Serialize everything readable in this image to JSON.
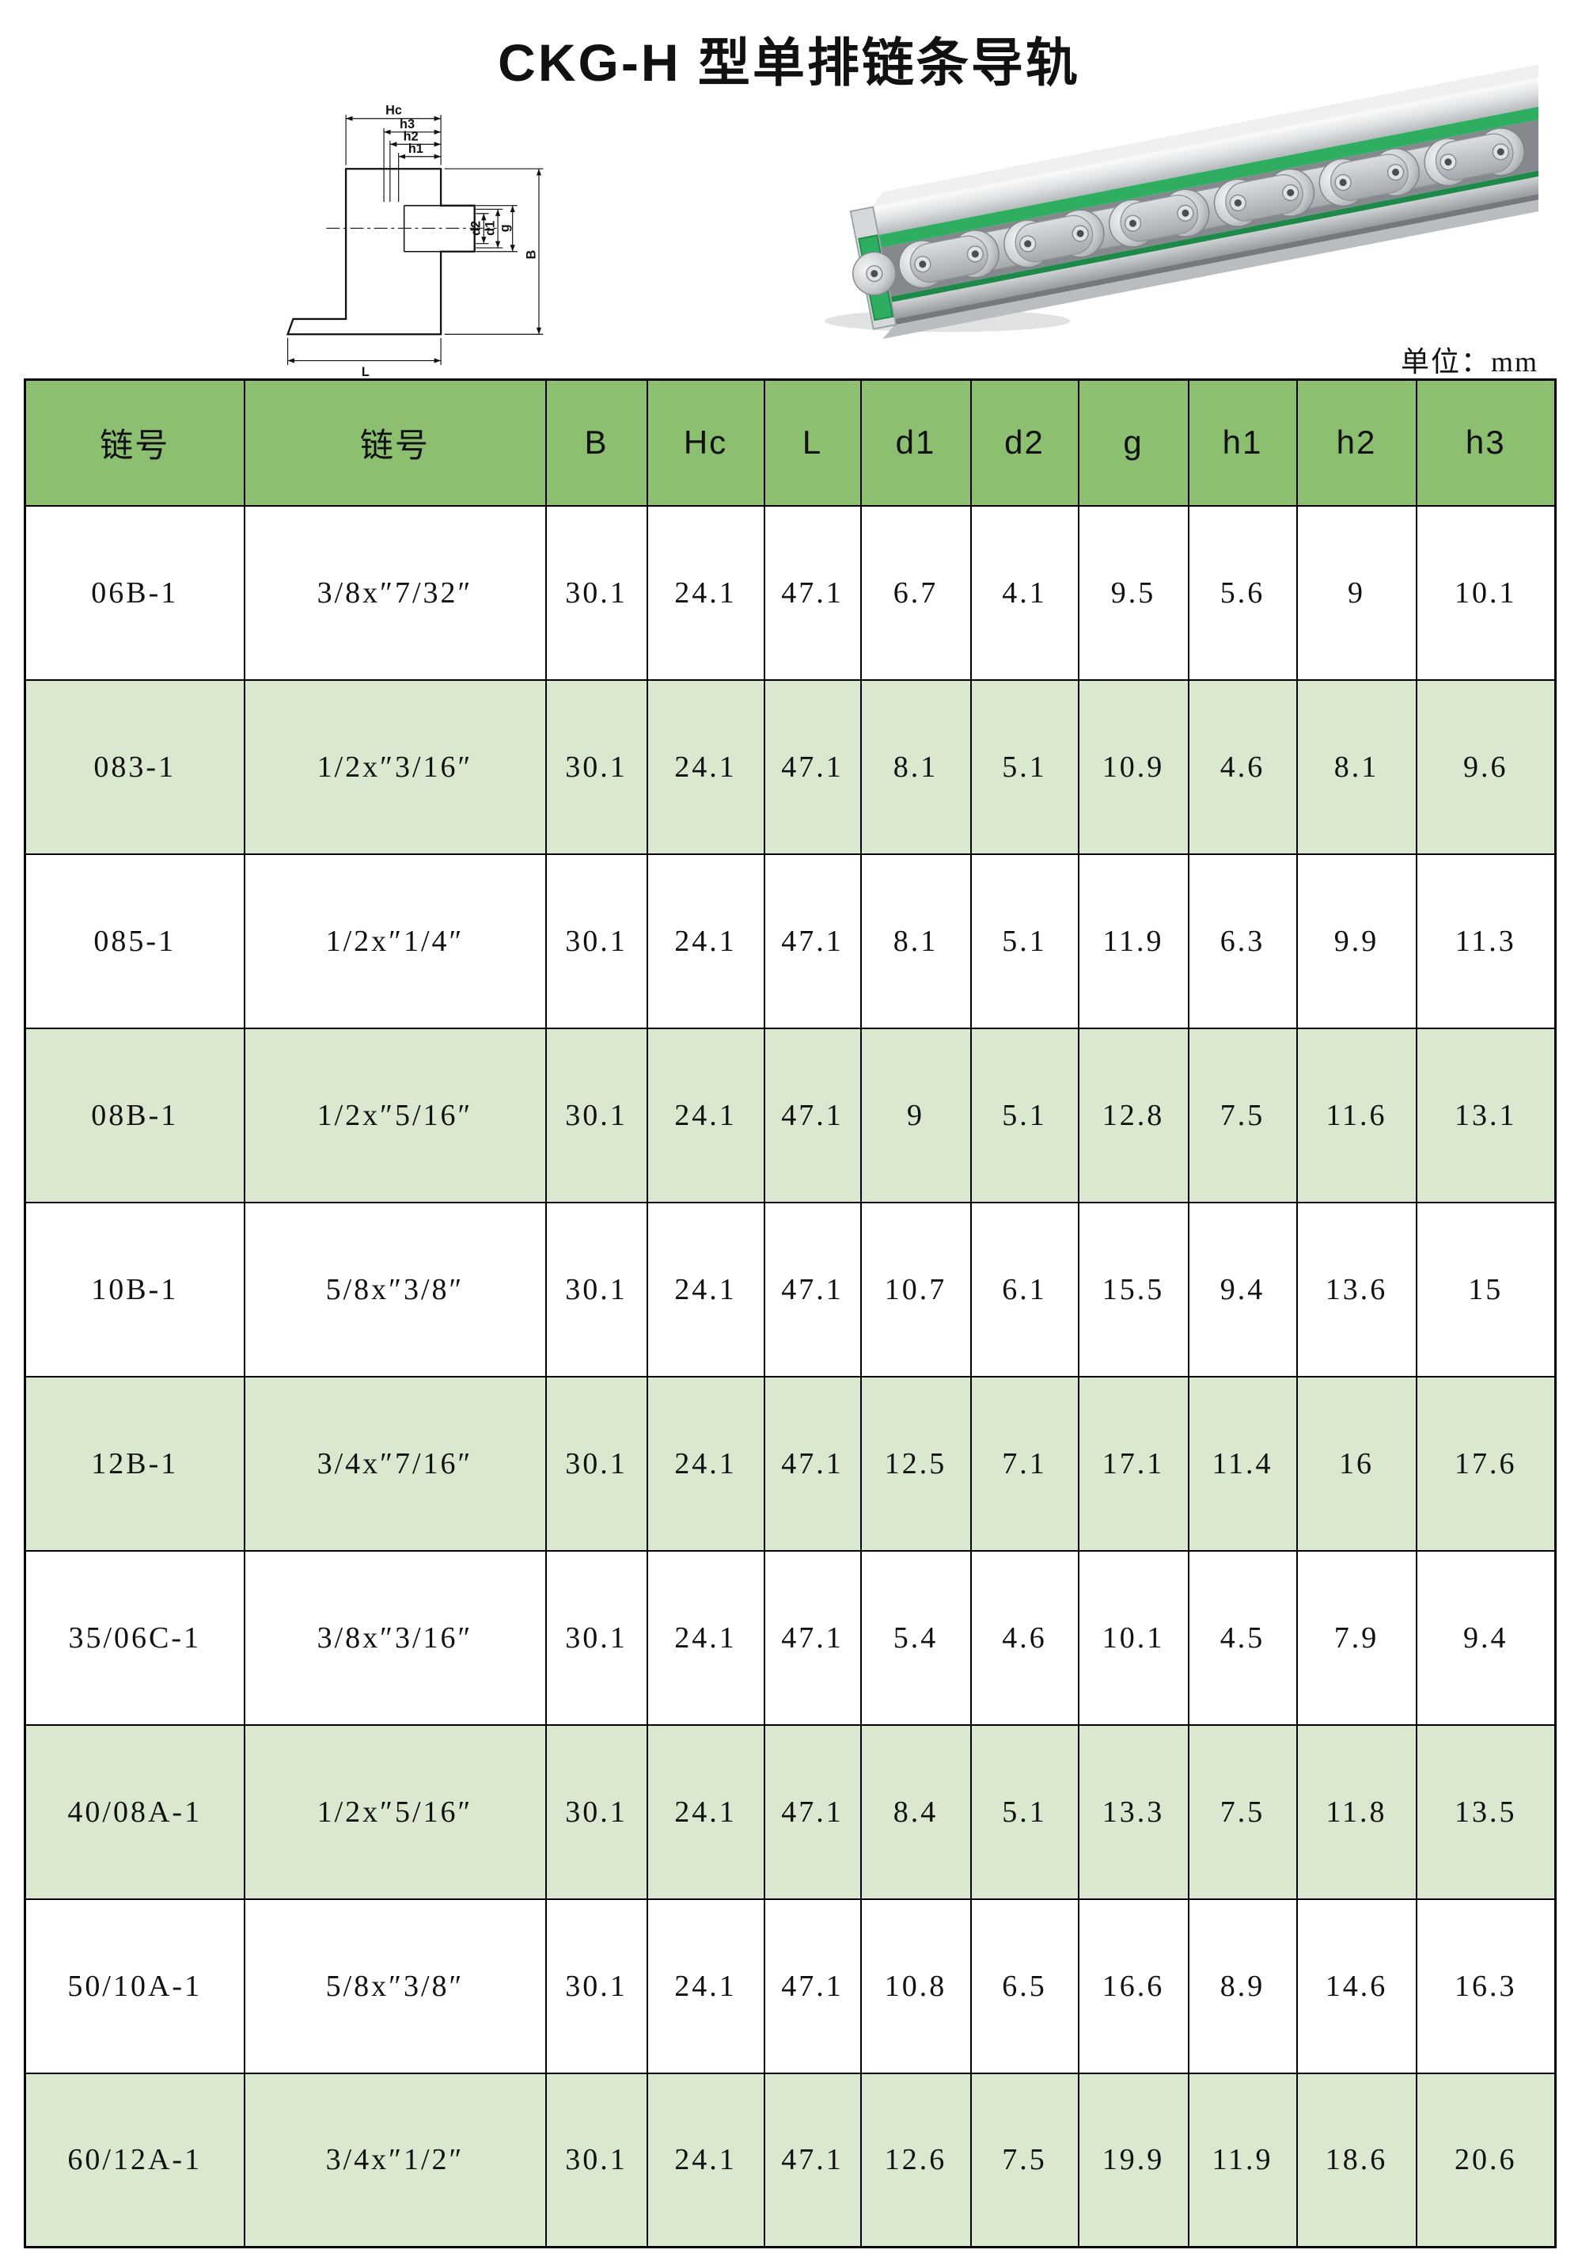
{
  "page": {
    "title": "CKG-H 型单排链条导轨",
    "unit_label": "单位：mm"
  },
  "diagram": {
    "labels": {
      "hc": "Hc",
      "h3": "h3",
      "h2": "h2",
      "h1": "h1",
      "d2": "d2",
      "d1": "d1",
      "g": "g",
      "b": "B",
      "l": "L"
    }
  },
  "photo": {
    "colors": {
      "insert_green": "#2fae62",
      "insert_green_dark": "#1d8a4a",
      "aluminum_light": "#e8eaec",
      "aluminum_mid": "#b9bdc1",
      "chain_steel": "#c9cdd0"
    }
  },
  "table": {
    "headers": [
      "链号",
      "链号",
      "B",
      "Hc",
      "L",
      "d1",
      "d2",
      "g",
      "h1",
      "h2",
      "h3"
    ],
    "rows": [
      [
        "06B-1",
        "3/8x″7/32″",
        "30.1",
        "24.1",
        "47.1",
        "6.7",
        "4.1",
        "9.5",
        "5.6",
        "9",
        "10.1"
      ],
      [
        "083-1",
        "1/2x″3/16″",
        "30.1",
        "24.1",
        "47.1",
        "8.1",
        "5.1",
        "10.9",
        "4.6",
        "8.1",
        "9.6"
      ],
      [
        "085-1",
        "1/2x″1/4″",
        "30.1",
        "24.1",
        "47.1",
        "8.1",
        "5.1",
        "11.9",
        "6.3",
        "9.9",
        "11.3"
      ],
      [
        "08B-1",
        "1/2x″5/16″",
        "30.1",
        "24.1",
        "47.1",
        "9",
        "5.1",
        "12.8",
        "7.5",
        "11.6",
        "13.1"
      ],
      [
        "10B-1",
        "5/8x″3/8″",
        "30.1",
        "24.1",
        "47.1",
        "10.7",
        "6.1",
        "15.5",
        "9.4",
        "13.6",
        "15"
      ],
      [
        "12B-1",
        "3/4x″7/16″",
        "30.1",
        "24.1",
        "47.1",
        "12.5",
        "7.1",
        "17.1",
        "11.4",
        "16",
        "17.6"
      ],
      [
        "35/06C-1",
        "3/8x″3/16″",
        "30.1",
        "24.1",
        "47.1",
        "5.4",
        "4.6",
        "10.1",
        "4.5",
        "7.9",
        "9.4"
      ],
      [
        "40/08A-1",
        "1/2x″5/16″",
        "30.1",
        "24.1",
        "47.1",
        "8.4",
        "5.1",
        "13.3",
        "7.5",
        "11.8",
        "13.5"
      ],
      [
        "50/10A-1",
        "5/8x″3/8″",
        "30.1",
        "24.1",
        "47.1",
        "10.8",
        "6.5",
        "16.6",
        "8.9",
        "14.6",
        "16.3"
      ],
      [
        "60/12A-1",
        "3/4x″1/2″",
        "30.1",
        "24.1",
        "47.1",
        "12.6",
        "7.5",
        "19.9",
        "11.9",
        "18.6",
        "20.6"
      ]
    ],
    "colors": {
      "header_bg": "#8dbf70",
      "alt_row_bg": "#d9e8cf",
      "border": "#000000"
    }
  }
}
